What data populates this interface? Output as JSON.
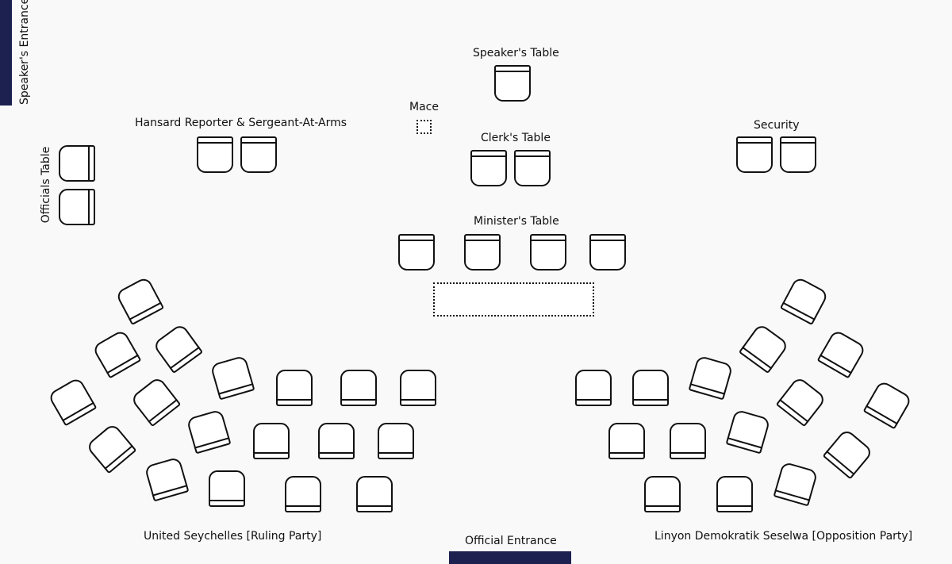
{
  "labels": {
    "speakers_entrance": "Speaker's Entrance",
    "officials_table": "Officials Table",
    "hansard": "Hansard Reporter & Sergeant-At-Arms",
    "mace": "Mace",
    "speakers_table": "Speaker's Table",
    "clerks_table": "Clerk's Table",
    "security": "Security",
    "ministers_table": "Minister's Table",
    "ruling_party": "United Seychelles [Ruling Party]",
    "opposition_party": "Linyon Demokratik Seselwa [Opposition Party]",
    "official_entrance": "Official Entrance"
  },
  "colors": {
    "background": "#f9f9f9",
    "entrance": "#1c2150",
    "stroke": "#111111"
  }
}
